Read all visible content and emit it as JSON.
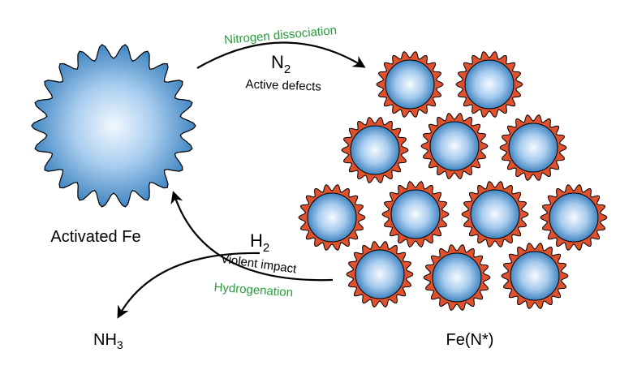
{
  "labels": {
    "activated_fe": "Activated Fe",
    "fe_n": "Fe(N*)",
    "nh3_base": "NH",
    "nh3_sub": "3"
  },
  "top_arrow": {
    "process": "Nitrogen dissociation",
    "reagent_base": "N",
    "reagent_sub": "2",
    "note": "Active defects"
  },
  "bottom_arrow": {
    "process": "Hydrogenation",
    "reagent_base": "H",
    "reagent_sub": "2",
    "note": "Violent impact"
  },
  "colors": {
    "sphere_center": "#f2f8fe",
    "sphere_edge": "#2d78b8",
    "spike_ring": "#e0522e",
    "process_text": "#2a9a3c",
    "outline": "#000000"
  },
  "particle_count": 12
}
